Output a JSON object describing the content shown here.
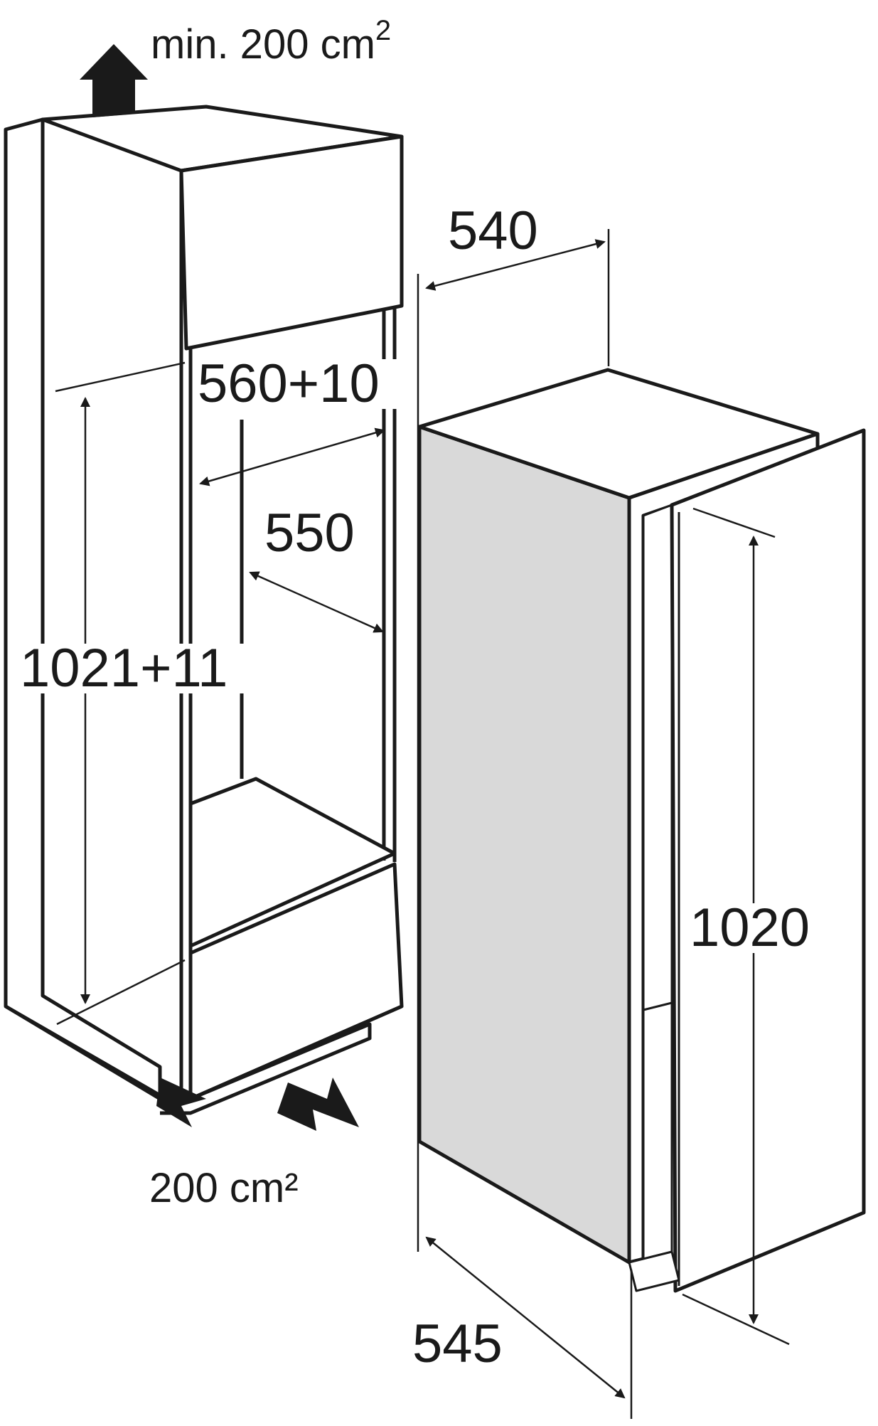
{
  "labels": {
    "top_vent": "min. 200 cm",
    "top_vent_sup": "2",
    "bottom_vent": "200 cm²",
    "dim_540": "540",
    "dim_560": "560+10",
    "dim_550": "550",
    "dim_1021": "1021+11",
    "dim_1020": "1020",
    "dim_545": "545"
  },
  "colors": {
    "line": "#1a1a1a",
    "appliance_side": "#d9d9d9",
    "background": "#ffffff"
  }
}
